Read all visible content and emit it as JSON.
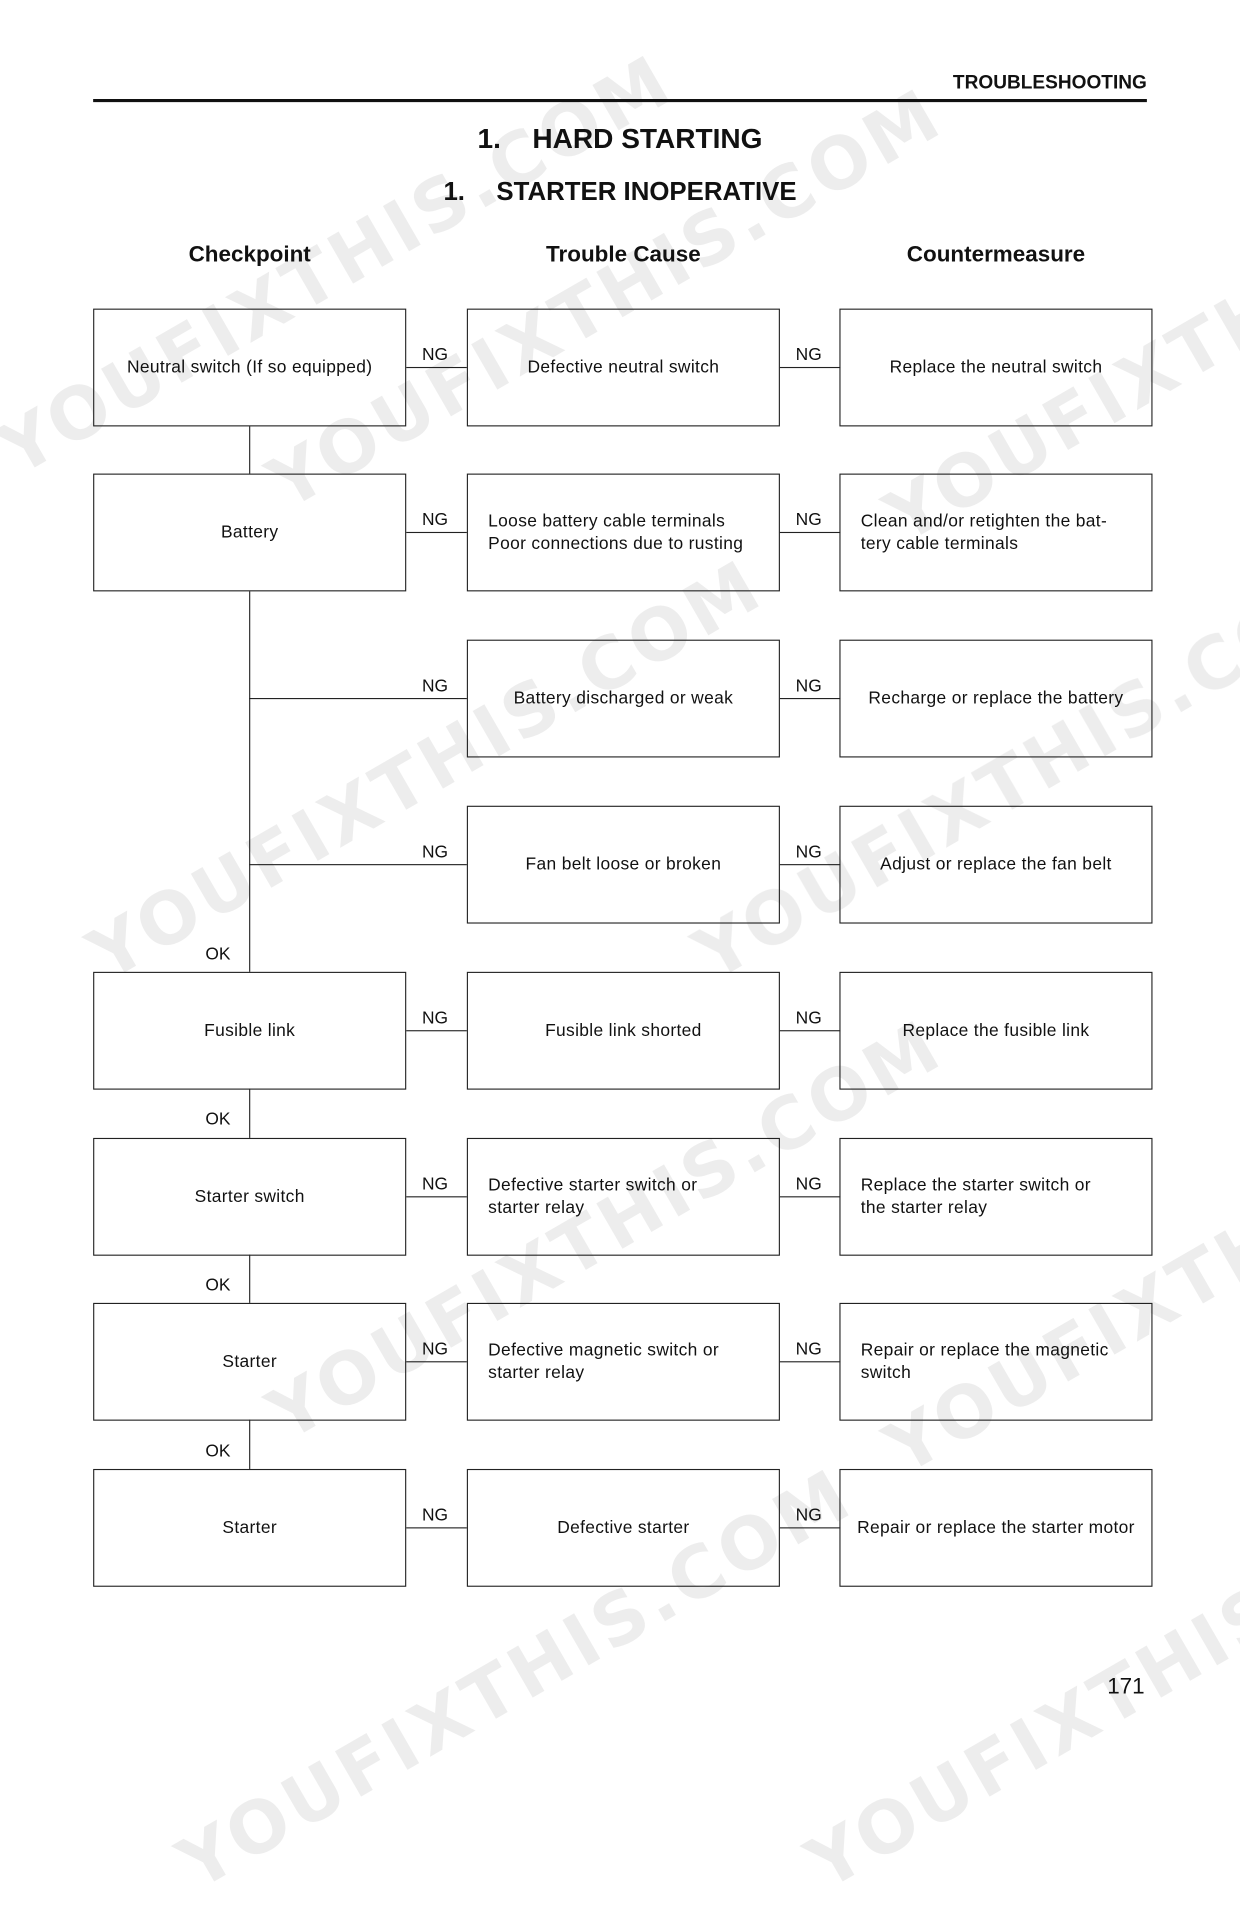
{
  "header": {
    "section": "TROUBLESHOOTING"
  },
  "title": {
    "num": "1.",
    "text": "HARD STARTING"
  },
  "subtitle": {
    "num": "1.",
    "text": "STARTER INOPERATIVE"
  },
  "columns": {
    "checkpoint": "Checkpoint",
    "cause": "Trouble Cause",
    "countermeasure": "Countermeasure"
  },
  "labels": {
    "ng": "NG",
    "ok": "OK"
  },
  "rows": [
    {
      "checkpoint": "Neutral switch (If so equipped)",
      "cause": "Defective neutral switch",
      "countermeasure": "Replace the neutral switch",
      "cause_align": "c",
      "cm_align": "c"
    },
    {
      "checkpoint": "Battery",
      "cause": "Loose battery cable terminals\nPoor connections due to rusting",
      "countermeasure": "Clean and/or retighten the bat-\ntery cable terminals",
      "cause_align": "l",
      "cm_align": "l"
    },
    {
      "checkpoint": null,
      "cause": "Battery discharged or weak",
      "countermeasure": "Recharge or replace the battery",
      "cause_align": "c",
      "cm_align": "c"
    },
    {
      "checkpoint": null,
      "cause": "Fan belt loose or broken",
      "countermeasure": "Adjust or replace the fan belt",
      "cause_align": "c",
      "cm_align": "c"
    },
    {
      "checkpoint": "Fusible link",
      "cause": "Fusible link shorted",
      "countermeasure": "Replace the fusible link",
      "cause_align": "c",
      "cm_align": "c"
    },
    {
      "checkpoint": "Starter switch",
      "cause": "Defective starter switch or\nstarter relay",
      "countermeasure": "Replace the starter switch or\nthe starter relay",
      "cause_align": "l",
      "cm_align": "l"
    },
    {
      "checkpoint": "Starter",
      "cause": "Defective magnetic switch or\nstarter relay",
      "countermeasure": "Repair or replace the magnetic\nswitch",
      "cause_align": "l",
      "cm_align": "l"
    },
    {
      "checkpoint": "Starter",
      "cause": "Defective starter",
      "countermeasure": "Repair or replace the starter motor",
      "cause_align": "c",
      "cm_align": "c"
    }
  ],
  "page_number": "171",
  "watermark": "YOUFIXTHIS.COM"
}
